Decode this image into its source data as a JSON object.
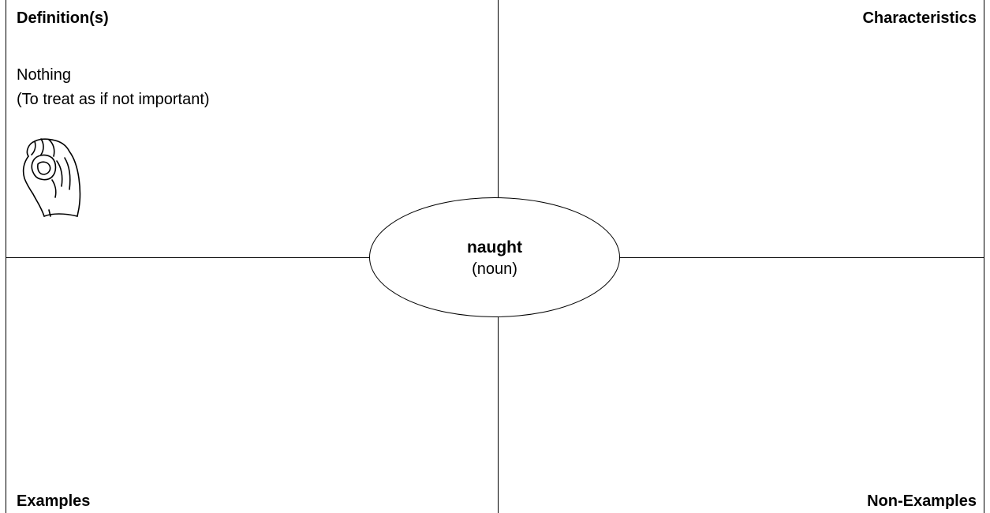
{
  "quadrants": {
    "top_left_label": "Definition(s)",
    "top_right_label": "Characteristics",
    "bottom_left_label": "Examples",
    "bottom_right_label": "Non-Examples"
  },
  "definition": {
    "line1": "Nothing",
    "line2": "(To treat as if not important)"
  },
  "center": {
    "word": "naught",
    "part_of_speech": "(noun)"
  },
  "illustration": {
    "icon": "asl-hand-sign-o-icon"
  }
}
